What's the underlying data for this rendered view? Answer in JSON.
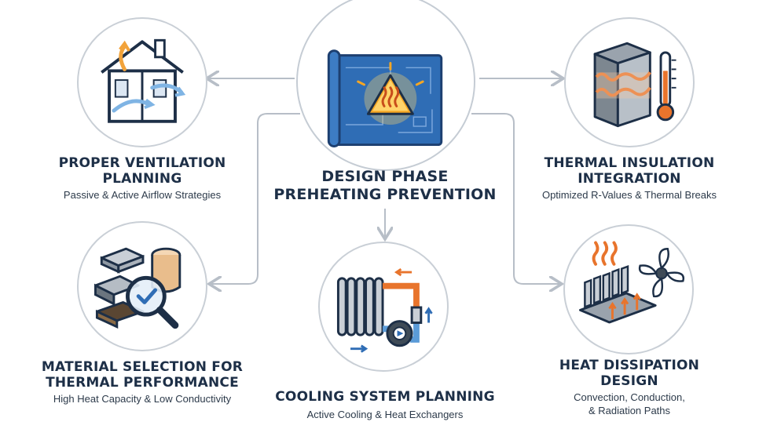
{
  "center": {
    "title_line1": "DESIGN PHASE",
    "title_line2": "PREHEATING PREVENTION",
    "icon": "blueprint-warning-icon"
  },
  "nodes": {
    "ventilation": {
      "title_line1": "PROPER VENTILATION",
      "title_line2": "PLANNING",
      "subtitle": "Passive & Active Airflow Strategies",
      "icon": "house-airflow-icon"
    },
    "insulation": {
      "title_line1": "THERMAL INSULATION",
      "title_line2": "INTEGRATION",
      "subtitle": "Optimized R-Values & Thermal Breaks",
      "icon": "insulation-block-thermometer-icon"
    },
    "material": {
      "title_line1": "MATERIAL SELECTION FOR",
      "title_line2": "THERMAL PERFORMANCE",
      "subtitle": "High Heat Capacity & Low Conductivity",
      "icon": "materials-magnifier-icon"
    },
    "cooling": {
      "title_line1": "COOLING SYSTEM PLANNING",
      "subtitle": "Active Cooling & Heat Exchangers",
      "icon": "radiator-pump-icon"
    },
    "dissipation": {
      "title_line1": "HEAT DISSIPATION",
      "title_line2": "DESIGN",
      "subtitle_line1": "Convection, Conduction,",
      "subtitle_line2": "& Radiation Paths",
      "icon": "heatsink-fan-icon"
    }
  },
  "colors": {
    "text_dark": "#1d2f47",
    "connector": "#b7bec7",
    "blueprint": "#2f6db5",
    "warning": "#f5a623",
    "heat": "#e8742c"
  }
}
